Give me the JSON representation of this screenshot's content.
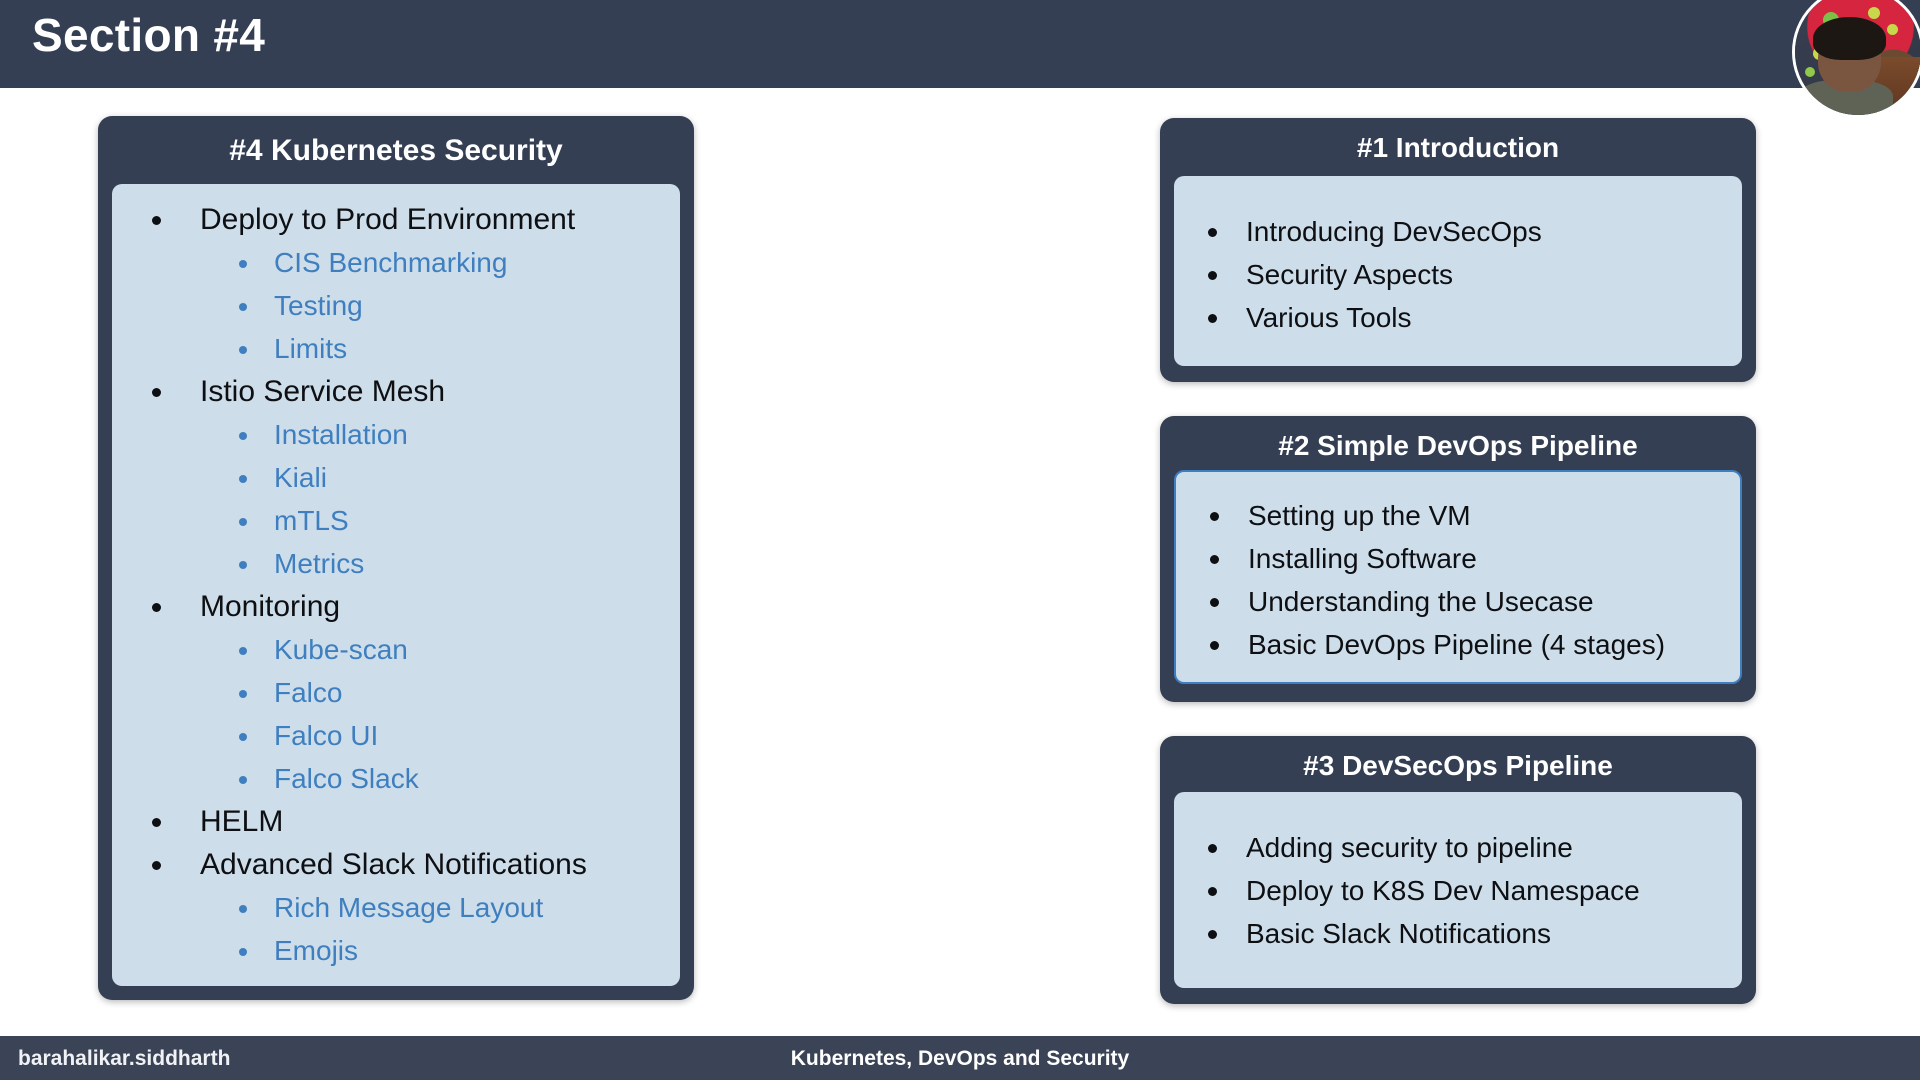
{
  "header": {
    "title": "Section #4"
  },
  "webcam": {
    "label": "presenter-video-feed"
  },
  "cards": {
    "left": {
      "title": "#4 Kubernetes Security",
      "items": [
        {
          "text": "Deploy to Prod Environment",
          "level": 1
        },
        {
          "text": "CIS Benchmarking",
          "level": 2
        },
        {
          "text": "Testing",
          "level": 2
        },
        {
          "text": "Limits",
          "level": 2
        },
        {
          "text": "Istio Service Mesh",
          "level": 1
        },
        {
          "text": "Installation",
          "level": 2
        },
        {
          "text": "Kiali",
          "level": 2
        },
        {
          "text": "mTLS",
          "level": 2
        },
        {
          "text": "Metrics",
          "level": 2
        },
        {
          "text": "Monitoring",
          "level": 1
        },
        {
          "text": "Kube-scan",
          "level": 2
        },
        {
          "text": "Falco",
          "level": 2
        },
        {
          "text": "Falco UI",
          "level": 2
        },
        {
          "text": "Falco Slack",
          "level": 2
        },
        {
          "text": "HELM",
          "level": 1
        },
        {
          "text": "Advanced Slack Notifications",
          "level": 1
        },
        {
          "text": "Rich Message Layout",
          "level": 2
        },
        {
          "text": "Emojis",
          "level": 2
        }
      ]
    },
    "intro": {
      "title": "#1 Introduction",
      "items": [
        {
          "text": "Introducing DevSecOps",
          "level": 1
        },
        {
          "text": "Security Aspects",
          "level": 1
        },
        {
          "text": "Various Tools",
          "level": 1
        }
      ]
    },
    "pipeline": {
      "title": "#2 Simple DevOps Pipeline",
      "highlighted": true,
      "items": [
        {
          "text": "Setting up the VM",
          "level": 1
        },
        {
          "text": "Installing Software",
          "level": 1
        },
        {
          "text": "Understanding the Usecase",
          "level": 1
        },
        {
          "text": "Basic DevOps Pipeline (4 stages)",
          "level": 1
        }
      ]
    },
    "devsecops": {
      "title": "#3 DevSecOps Pipeline",
      "items": [
        {
          "text": "Adding security to pipeline",
          "level": 1
        },
        {
          "text": "Deploy to K8S Dev Namespace",
          "level": 1
        },
        {
          "text": "Basic Slack Notifications",
          "level": 1
        }
      ]
    }
  },
  "footer": {
    "author": "barahalikar.siddharth",
    "topic": "Kubernetes, DevOps and Security"
  },
  "colors": {
    "header_bg": "#343f54",
    "card_frame": "#343f54",
    "card_body_bg": "#cdddea",
    "sub_item_text": "#3f7fbf",
    "main_item_text": "#0e0f12",
    "highlight_border": "#3f7fbf",
    "footer_bg": "#3b4356"
  }
}
